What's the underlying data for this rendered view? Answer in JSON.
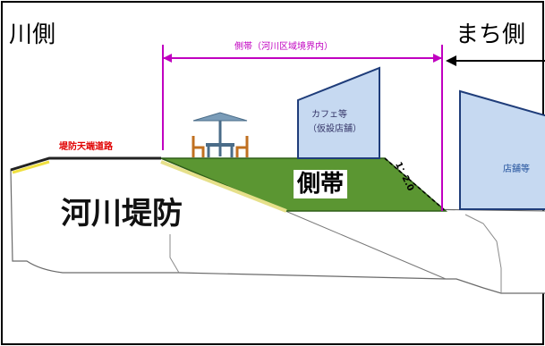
{
  "labels": {
    "river_side": "川側",
    "town_side": "まち側",
    "side_band_range": "側帯（河川区域境界内）",
    "levee_crown_road": "堤防天端道路",
    "cafe": "カフェ等",
    "cafe_sub": "（仮設店舗）",
    "store": "店舗等",
    "side_band": "側帯",
    "slope": "1：2.0",
    "river_levee": "河川堤防"
  },
  "colors": {
    "side_band_fill": "#5b9632",
    "range_line": "#c000c0",
    "building_fill": "#c6d9f1",
    "building_stroke": "#1f3d7a",
    "road_mark": "#f0e040",
    "levee_fill": "#ffffff"
  }
}
